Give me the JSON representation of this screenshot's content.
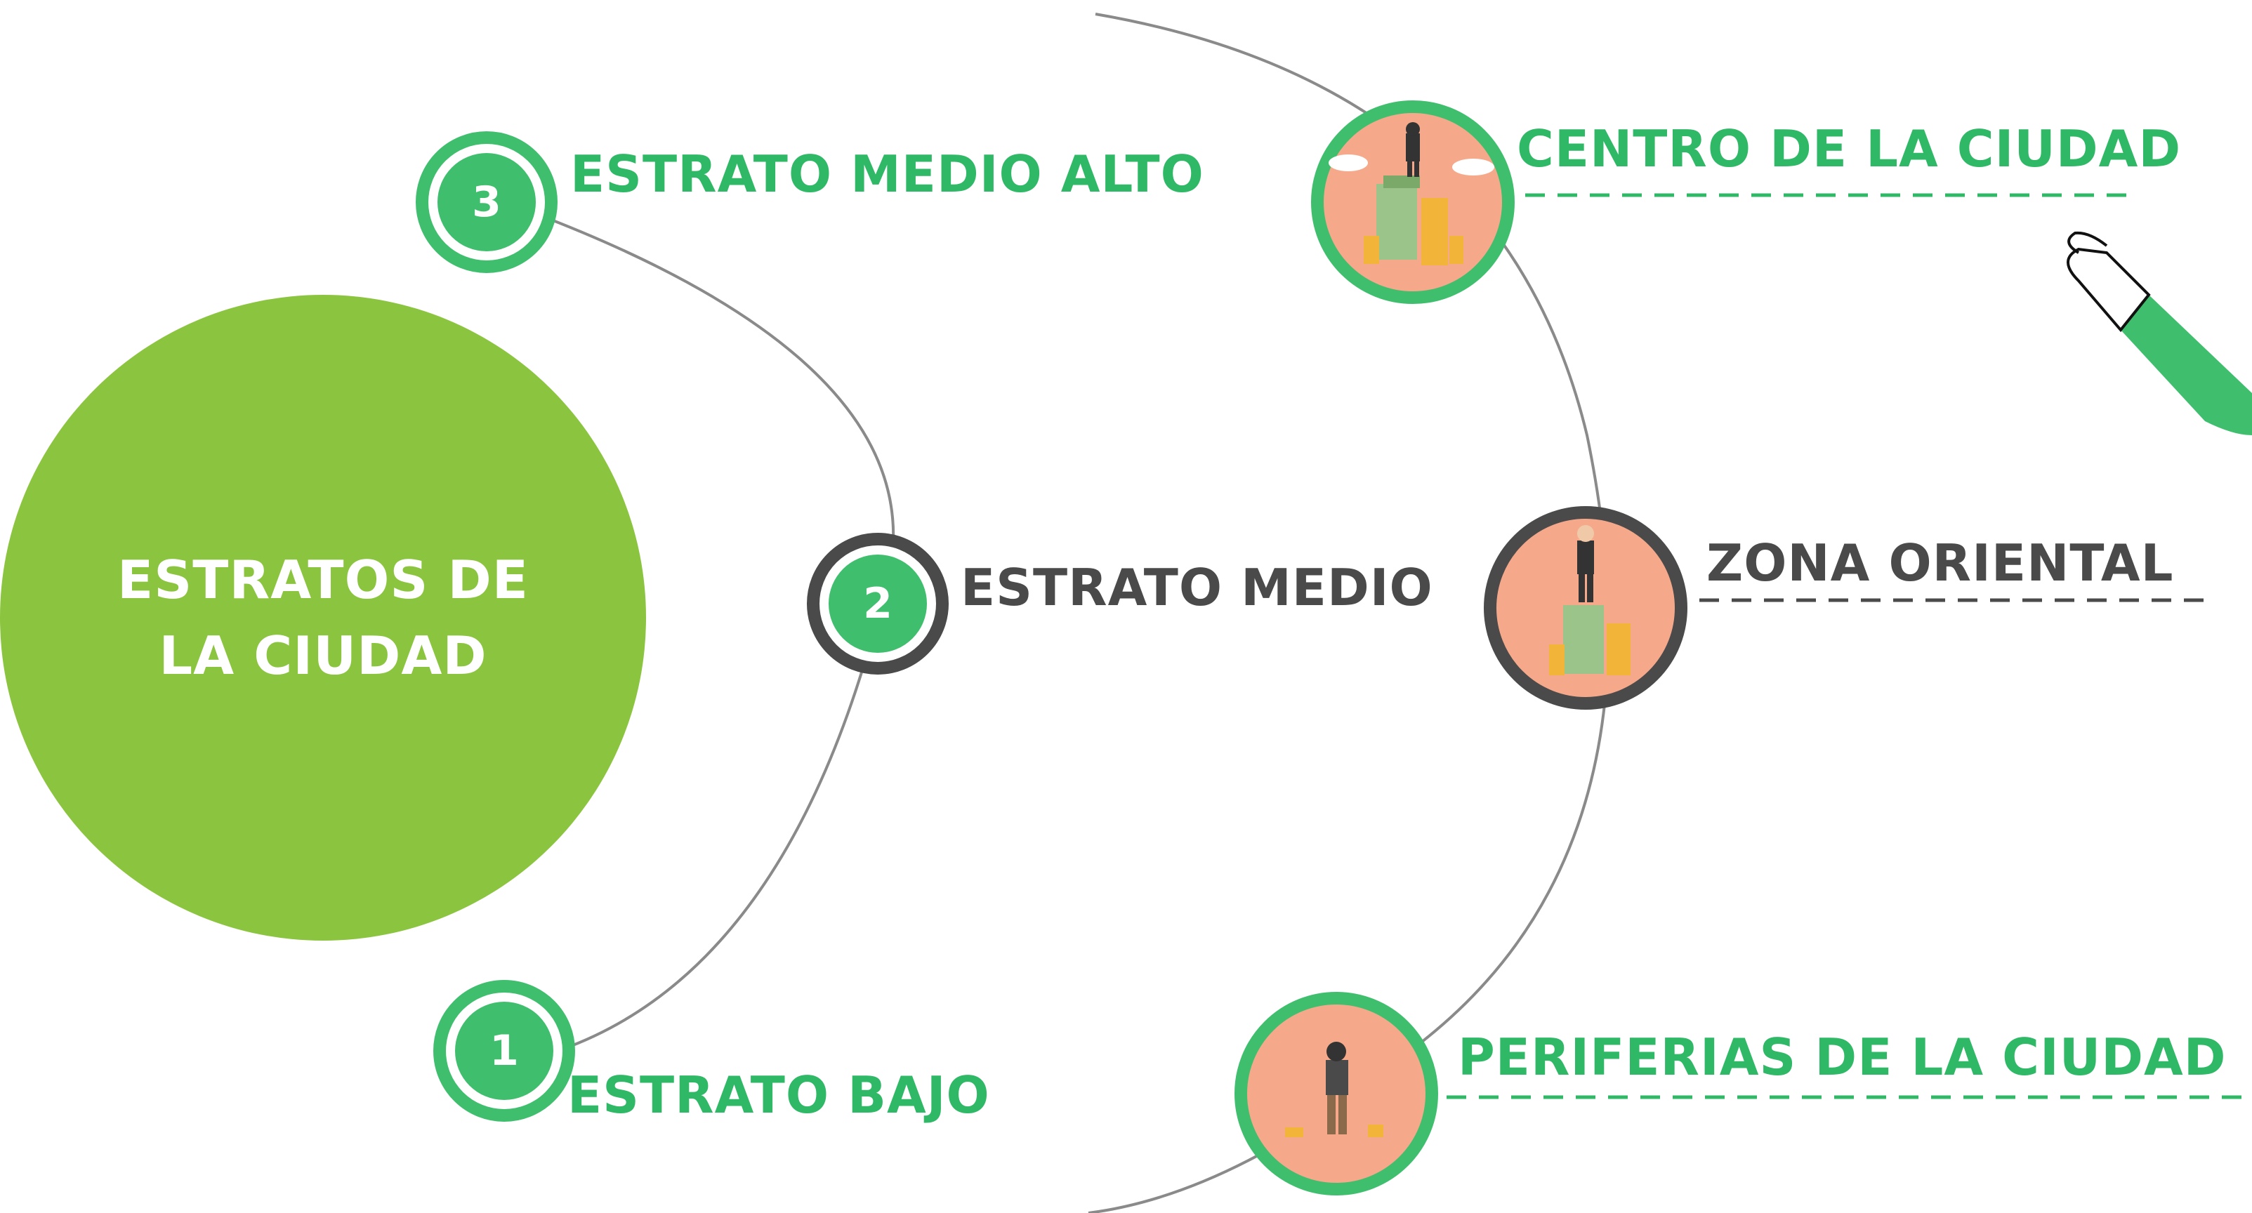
{
  "title": {
    "line1": "ESTRATOS DE",
    "line2": "LA CIUDAD"
  },
  "strata": [
    {
      "number": "3",
      "label": "ESTRATO MEDIO ALTO"
    },
    {
      "number": "2",
      "label": "ESTRATO MEDIO"
    },
    {
      "number": "1",
      "label": "ESTRATO BAJO"
    }
  ],
  "zones": [
    {
      "label": "CENTRO DE LA CIUDAD",
      "icon": "rich-person-on-money-icon"
    },
    {
      "label": "ZONA ORIENTAL",
      "icon": "middle-class-person-on-money-icon"
    },
    {
      "label": "PERIFERIAS DE LA CIUDAD",
      "icon": "poor-person-with-little-money-icon"
    }
  ],
  "colors": {
    "green": "#2fb866",
    "light_green": "#8bc53f",
    "dark": "#4a4a4a",
    "peach": "#f6a98a"
  }
}
